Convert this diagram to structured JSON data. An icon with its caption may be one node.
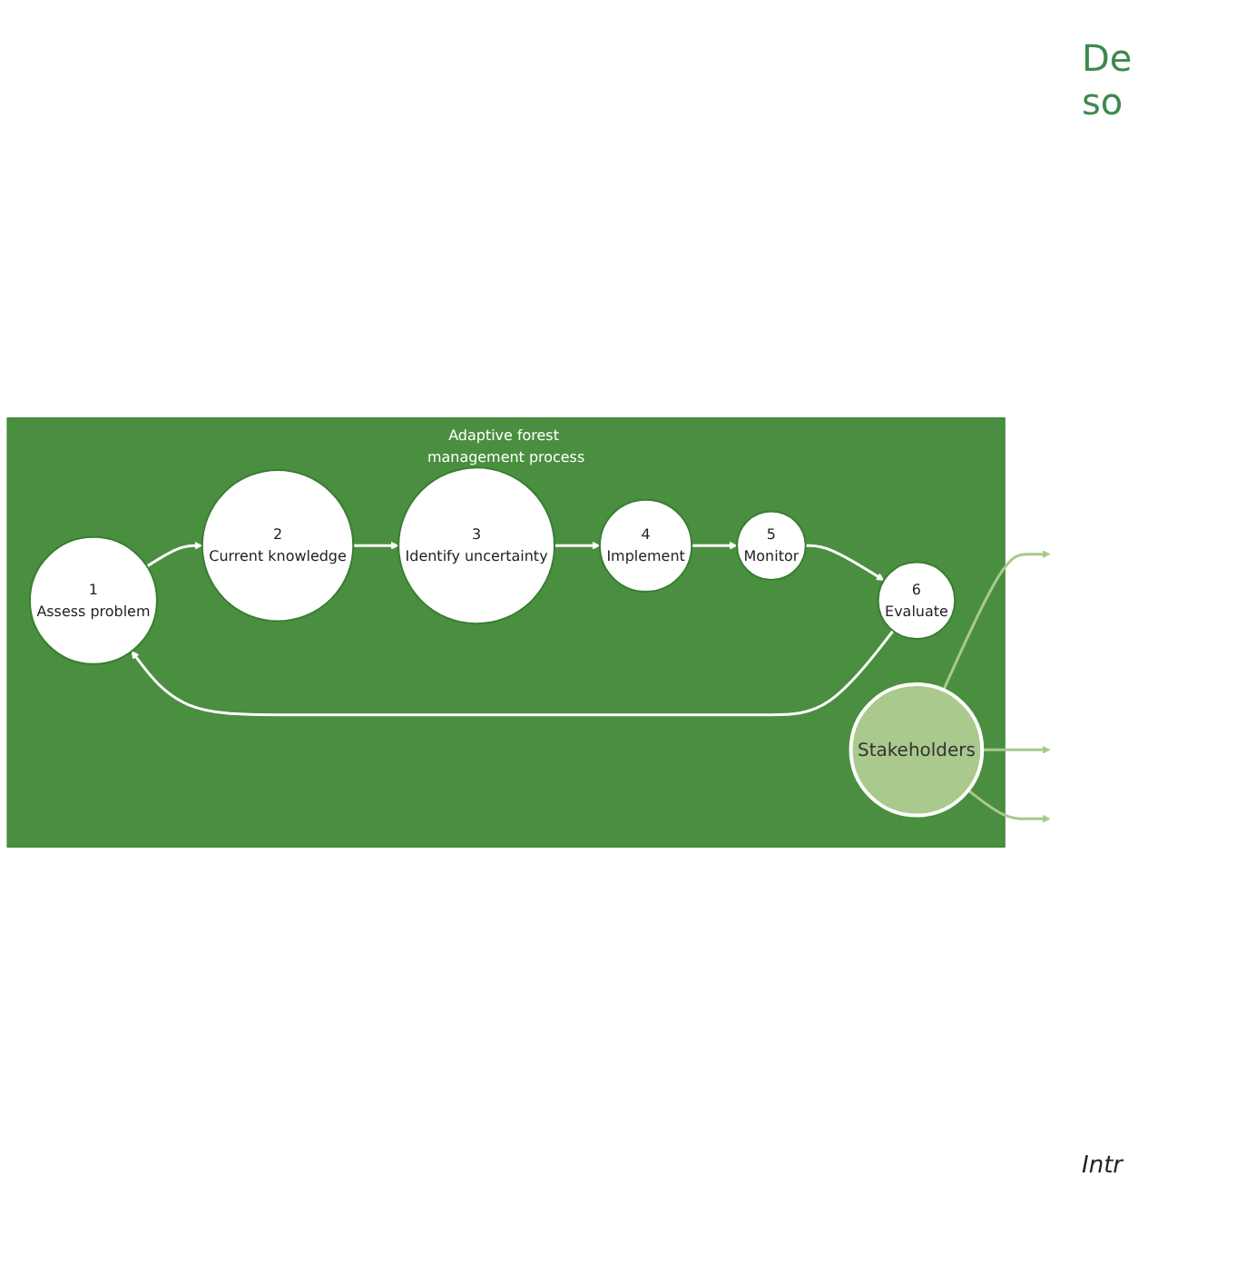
{
  "diagram": {
    "nodes": [
      {
        "text": [
          "Adaptive forest management process"
        ]
      },
      {
        "text": [
          "1",
          "Assess problem"
        ],
        "in": 0
      },
      {
        "text": [
          "2",
          "Current knowledge"
        ],
        "in": 0
      },
      {
        "text": [
          "3",
          "Identify uncertainty"
        ],
        "in": 0
      },
      {
        "text": [
          "4",
          "Implement"
        ],
        "in": 0
      },
      {
        "text": [
          "5",
          "Monitor"
        ],
        "in": 0
      },
      {
        "text": [
          "6",
          "Evaluate"
        ],
        "in": 0
      },
      {
        "text": [
          "Stakeholders"
        ],
        "in": 0
      }
    ],
    "edges": [
      {
        "from": 1,
        "to": 2,
        "arrow": "to"
      },
      {
        "from": 2,
        "to": 3,
        "arrow": "to"
      },
      {
        "from": 3,
        "to": 4,
        "arrow": "to"
      },
      {
        "from": 4,
        "to": 5,
        "arrow": "to"
      },
      {
        "from": 5,
        "to": 6,
        "arrow": "to"
      },
      {
        "from": 6,
        "to": 1,
        "arrow": "to"
      },
      {
        "from": 7,
        "to": null,
        "arrow": "to",
        "color": "#a9c98d"
      },
      {
        "from": 7,
        "to": null,
        "arrow": "to",
        "color": "#a9c98d"
      },
      {
        "from": 7,
        "to": null,
        "arrow": "to",
        "color": "#a9c98d"
      }
    ],
    "labels": [
      "De",
      "so",
      "Intr"
    ]
  }
}
